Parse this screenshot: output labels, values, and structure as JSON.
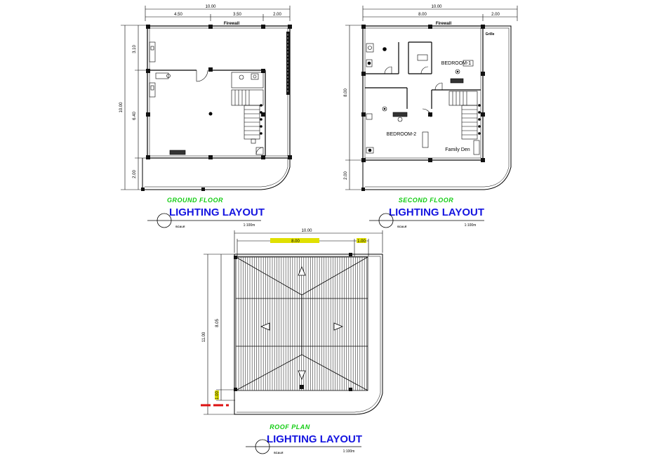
{
  "ground_floor": {
    "dims_top": {
      "total": "10.00",
      "seg1": "4.50",
      "seg2": "3.50",
      "seg3": "2.00"
    },
    "dims_left": {
      "total": "10.00",
      "upper": "3.10",
      "main": "6.40",
      "lower": "2.00"
    },
    "firewall_label": "Firewall",
    "title_green": "GROUND FLOOR",
    "title_blue": "LIGHTING LAYOUT",
    "scale_label": "SCALE",
    "scale_value": "1:100m"
  },
  "second_floor": {
    "dims_top": {
      "total": "10.00",
      "seg1": "8.00",
      "seg2": "2.00"
    },
    "dims_left": {
      "main": "8.00",
      "lower": "2.00"
    },
    "firewall_label": "Firewall",
    "grille_label": "Grille",
    "rooms": {
      "bedroom1": "BEDROOM-1",
      "bedroom2": "BEDROOM-2",
      "family_den": "Family Den"
    },
    "title_green": "SECOND FLOOR",
    "title_blue": "LIGHTING LAYOUT",
    "scale_label": "SCALE",
    "scale_value": "1:100m"
  },
  "roof_plan": {
    "dims_top": {
      "total": "10.00",
      "seg1": "8.00",
      "seg2": "1.00"
    },
    "dims_left": {
      "total": "11.00",
      "main": "8.05",
      "lower": "1.00"
    },
    "title_green": "ROOF PLAN",
    "title_blue": "LIGHTING LAYOUT",
    "scale_label": "SCALE",
    "scale_value": "1:100m"
  },
  "colors": {
    "title_green": "#11cc11",
    "title_blue": "#1515e0",
    "dim_highlight": "#e0e000",
    "marker_red": "#dd1111",
    "line": "#000000"
  }
}
